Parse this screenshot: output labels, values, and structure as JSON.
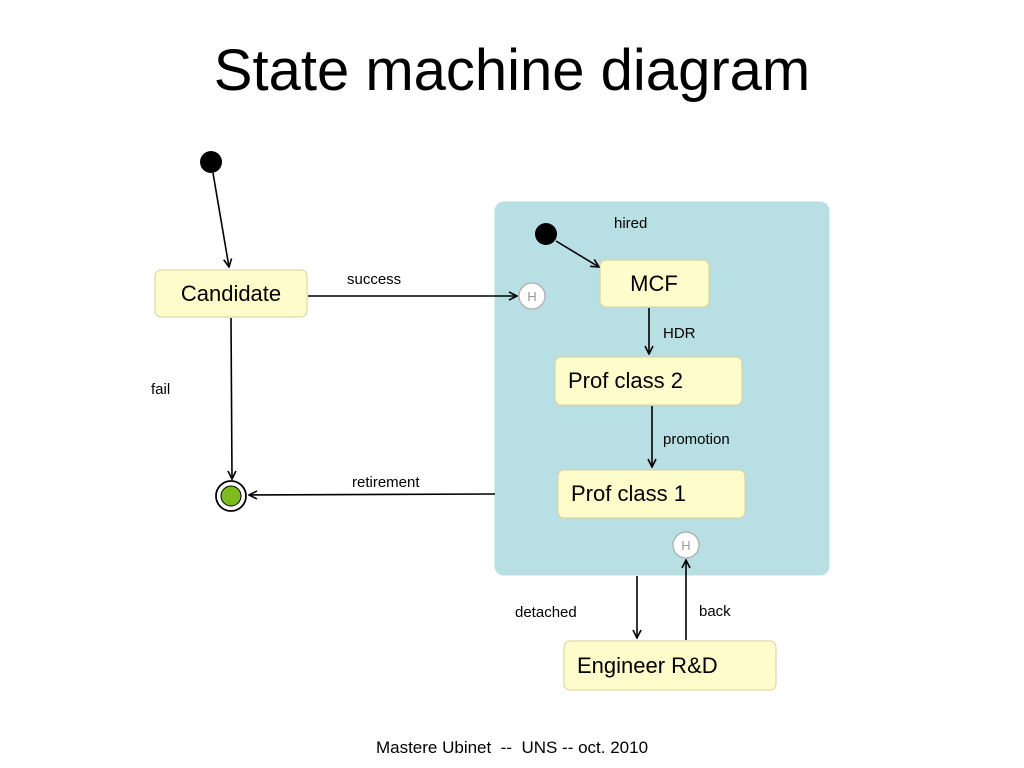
{
  "title": "State machine diagram",
  "footer": "Mastere Ubinet  --  UNS -- oct. 2010",
  "colors": {
    "composite_fill": "#b8dfe3",
    "state_fill": "#fffccc",
    "state_border": "#d9cf9a",
    "final_inner": "#7dbb1e",
    "line": "#000000"
  },
  "states": {
    "candidate": "Candidate",
    "mcf": "MCF",
    "prof2": "Prof class 2",
    "prof1": "Prof class 1",
    "engineer": "Engineer R&D"
  },
  "composite": {
    "label": "hired"
  },
  "history": {
    "top": "H",
    "bottom": "H"
  },
  "transitions": {
    "success": "success",
    "fail": "fail",
    "retirement": "retirement",
    "hdr": "HDR",
    "promotion": "promotion",
    "detached": "detached",
    "back": "back"
  }
}
